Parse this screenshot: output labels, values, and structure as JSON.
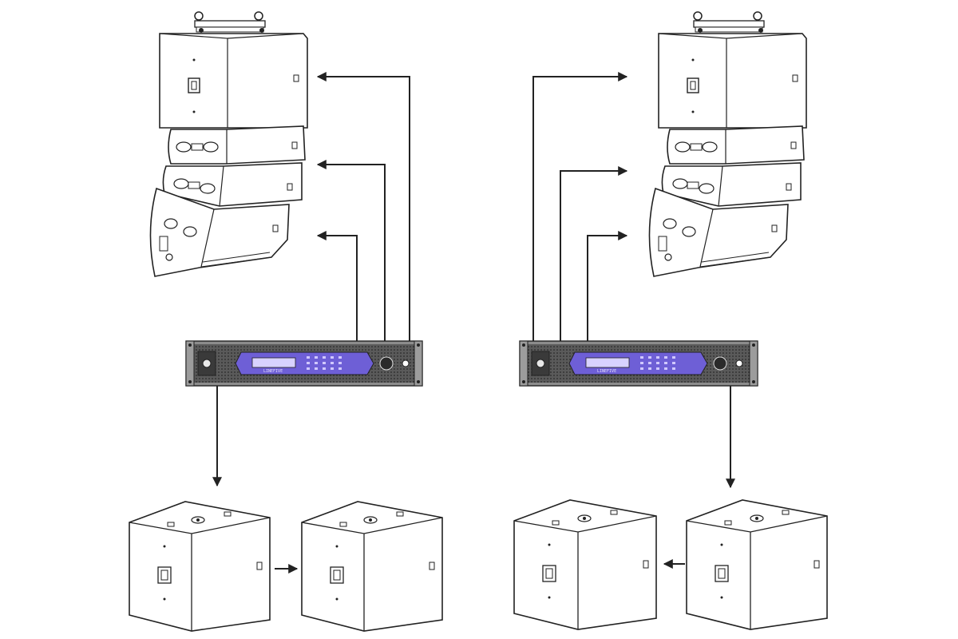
{
  "diagram": {
    "systems": [
      {
        "side": "left",
        "line_array_cabinets": 4,
        "subwoofers": 2
      },
      {
        "side": "right",
        "line_array_cabinets": 4,
        "subwoofers": 2
      }
    ],
    "amplifier": {
      "panel_color": "#6e5fd6",
      "body_color": "#8c8c8c",
      "front_label": "LINEFIVE"
    },
    "line_color": "#222222"
  }
}
